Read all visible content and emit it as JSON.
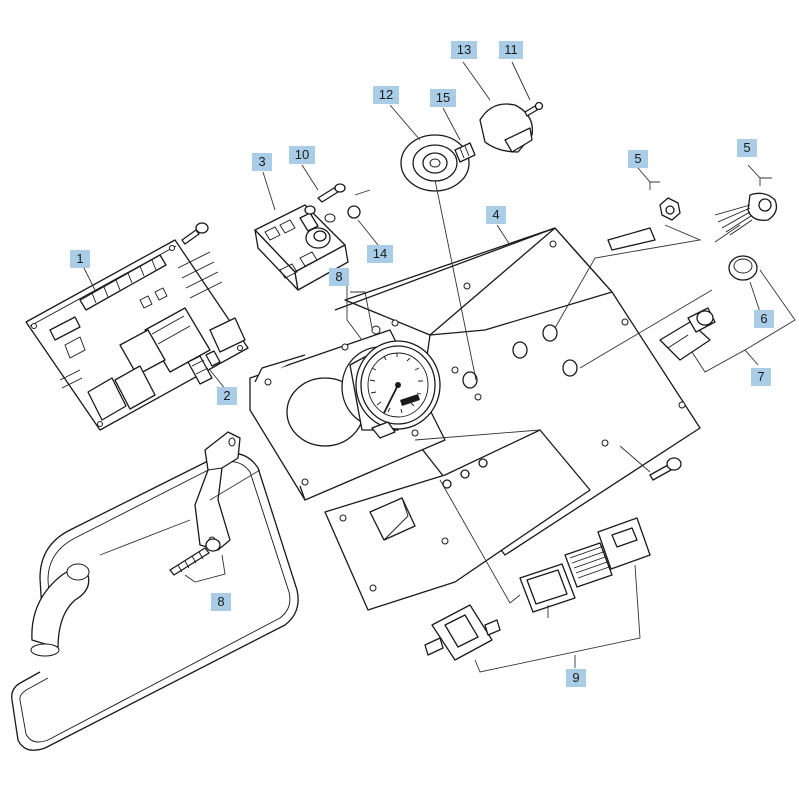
{
  "colors": {
    "callout_background": "#a9cde6",
    "line": "#1a1a1a",
    "background": "#ffffff"
  },
  "callouts": [
    {
      "id": "c1",
      "label": "1"
    },
    {
      "id": "c2",
      "label": "2"
    },
    {
      "id": "c3",
      "label": "3"
    },
    {
      "id": "c4",
      "label": "4"
    },
    {
      "id": "c5a",
      "label": "5"
    },
    {
      "id": "c5b",
      "label": "5"
    },
    {
      "id": "c6",
      "label": "6"
    },
    {
      "id": "c7",
      "label": "7"
    },
    {
      "id": "c8a",
      "label": "8"
    },
    {
      "id": "c8b",
      "label": "8"
    },
    {
      "id": "c9",
      "label": "9"
    },
    {
      "id": "c10",
      "label": "10"
    },
    {
      "id": "c11",
      "label": "11"
    },
    {
      "id": "c12",
      "label": "12"
    },
    {
      "id": "c13",
      "label": "13"
    },
    {
      "id": "c14",
      "label": "14"
    },
    {
      "id": "c15",
      "label": "15"
    }
  ]
}
